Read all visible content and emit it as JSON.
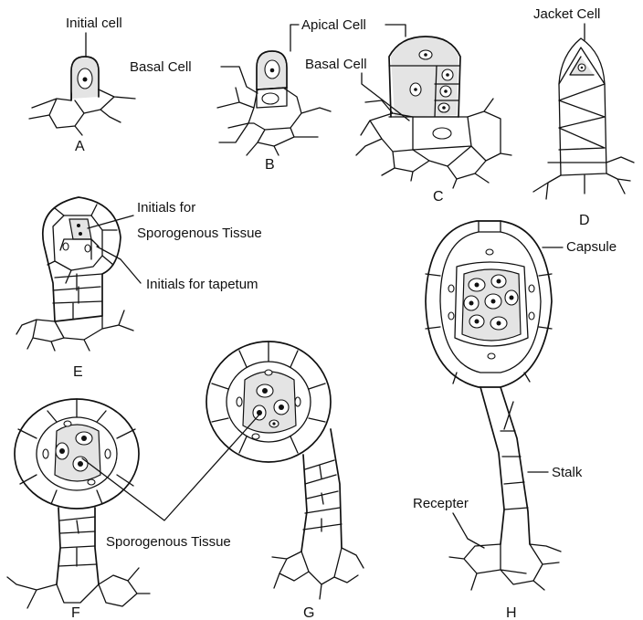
{
  "labels": {
    "initial_cell": "Initial cell",
    "apical_cell": "Apical Cell",
    "basal_cell_b": "Basal Cell",
    "basal_cell_c": "Basal Cell",
    "jacket_cell": "Jacket Cell",
    "initials_sporogenous_1": "Initials for",
    "initials_sporogenous_2": "Sporogenous Tissue",
    "initials_tapetum": "Initials for tapetum",
    "capsule": "Capsule",
    "stalk": "Stalk",
    "recepter": "Recepter",
    "sporogenous_tissue": "Sporogenous Tissue"
  },
  "stages": [
    "A",
    "B",
    "C",
    "D",
    "E",
    "F",
    "G",
    "H"
  ]
}
